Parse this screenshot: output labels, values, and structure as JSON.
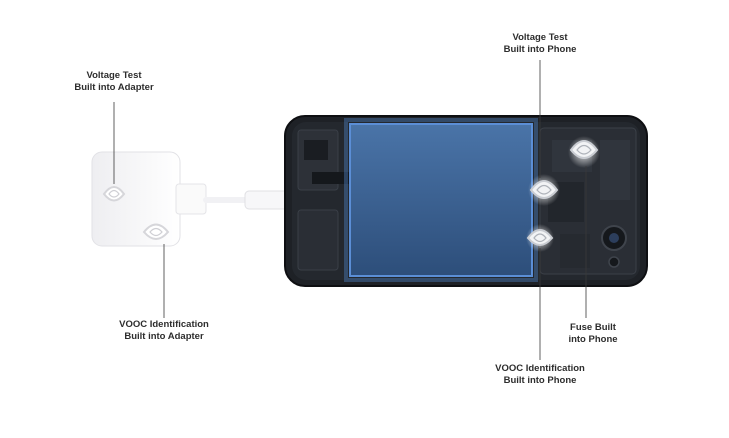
{
  "labels": {
    "voltage_adapter": {
      "line1": "Voltage Test",
      "line2": "Built into Adapter"
    },
    "vooc_adapter": {
      "line1": "VOOC Identification",
      "line2": "Built into Adapter"
    },
    "voltage_phone": {
      "line1": "Voltage Test",
      "line2": "Built into Phone"
    },
    "vooc_phone": {
      "line1": "VOOC Identification",
      "line2": "Built into Phone"
    },
    "fuse_phone": {
      "line1": "Fuse Built",
      "line2": "into Phone"
    }
  },
  "colors": {
    "phone_body": "#1e2126",
    "battery": "#3b5f8f",
    "battery_glow": "#5b8ed6",
    "adapter": "#f4f4f6",
    "leader_line": "#3a3a3a",
    "port_green": "#2fa84a"
  }
}
